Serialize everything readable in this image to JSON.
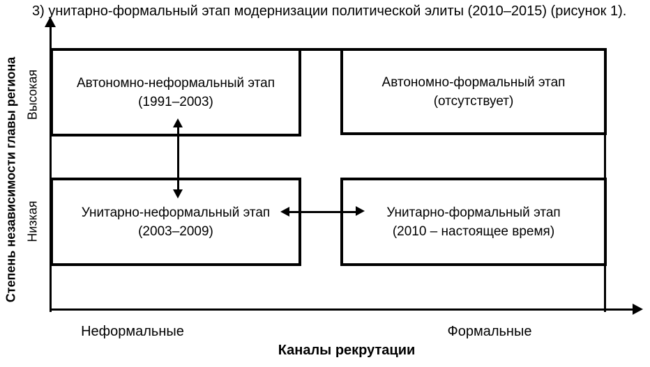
{
  "title": "3) унитарно-формальный этап модернизации политической элиты (2010–2015) (рисунок 1).",
  "diagram": {
    "type": "2x2-matrix",
    "colors": {
      "line": "#000000",
      "background": "#ffffff",
      "text": "#000000"
    },
    "y_axis": {
      "label": "Степень независимости главы региона",
      "high": "Высокая",
      "low": "Низкая"
    },
    "x_axis": {
      "label": "Каналы рекрутации",
      "left": "Неформальные",
      "right": "Формальные"
    },
    "quadrants": {
      "top_left": {
        "name": "Автономно-неформальный этап",
        "period": "(1991–2003)"
      },
      "top_right": {
        "name": "Автономно-формальный этап",
        "period": "(отсутствует)"
      },
      "bottom_left": {
        "name": "Унитарно-неформальный этап",
        "period": "(2003–2009)"
      },
      "bottom_right": {
        "name": "Унитарно-формальный этап",
        "period": "(2010 – настоящее время)"
      }
    }
  }
}
